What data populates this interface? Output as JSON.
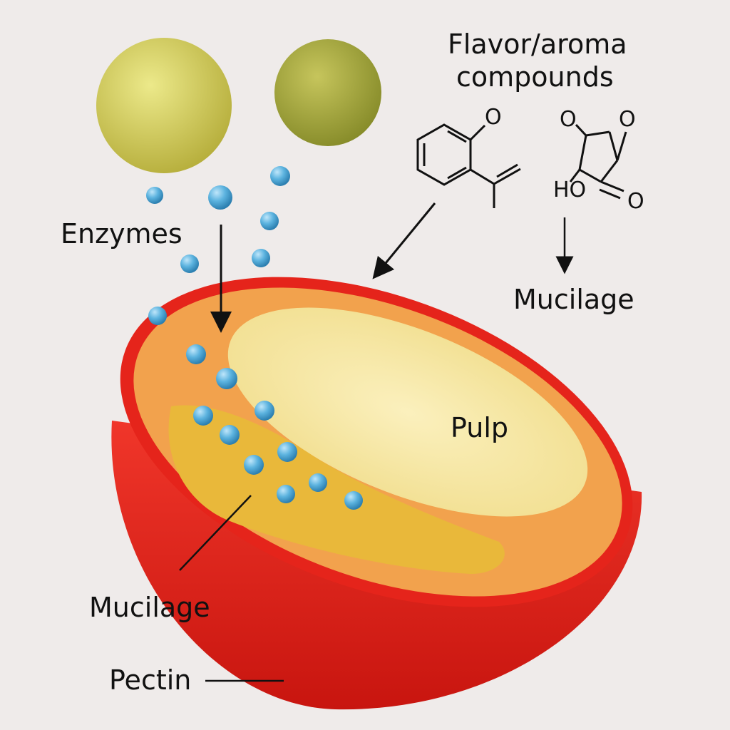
{
  "labels": {
    "flavor_line1": "Flavor/aroma",
    "flavor_line2": "compounds",
    "enzymes": "Enzymes",
    "mucilage_right": "Mucilage",
    "pulp": "Pulp",
    "mucilage_bottom": "Mucilage",
    "pectin": "Pectin"
  },
  "molecule_1": {
    "oxygen": "O"
  },
  "molecule_2": {
    "o1": "O",
    "o2": "O",
    "o3": "O",
    "hydroxyl": "HO"
  },
  "colors": {
    "skin": "#e0231c",
    "flesh": "#f0a04a",
    "pulp": "#f6e7a6",
    "mucilage": "#e9b83a",
    "enzyme": "#4fa6d6",
    "sphere_large": "#d2cc5a",
    "sphere_small": "#a9ad3e"
  }
}
